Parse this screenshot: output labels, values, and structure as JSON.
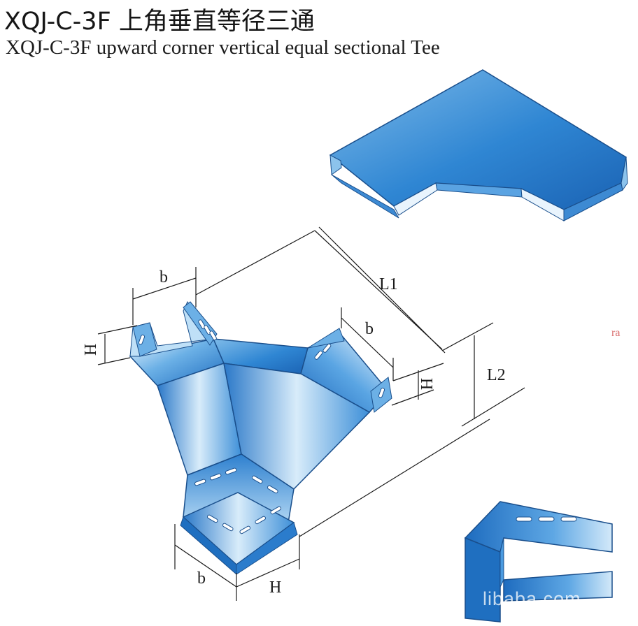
{
  "header": {
    "title_zh": "XQJ-C-3F 上角垂直等径三通",
    "title_en": "XQJ-C-3F  upward corner vertical equal sectional Tee"
  },
  "dimensions": {
    "b_top_left": "b",
    "b_top_right": "b",
    "b_bottom": "b",
    "H_left": "H",
    "H_right": "H",
    "H_bottom": "H",
    "L1": "L1",
    "L2": "L2"
  },
  "watermark": "libaba.com",
  "stray_mark": "ra",
  "colors": {
    "steel_dark": "#1f6fc0",
    "steel_mid": "#4b9be0",
    "steel_light": "#cfe6f8",
    "line": "#1a1a1a"
  },
  "icons": [
    "cover-plate",
    "tee-fitting",
    "channel-section"
  ]
}
